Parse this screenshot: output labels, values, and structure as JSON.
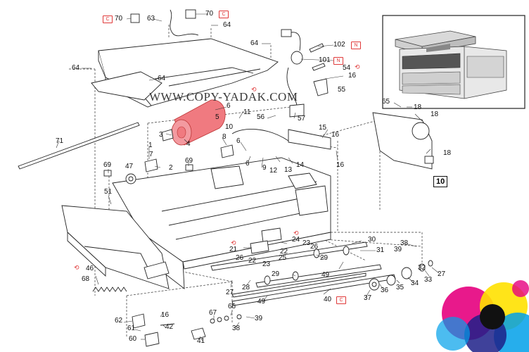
{
  "watermark": "WWW.COPY-YADAK.COM",
  "badges": {
    "C": "C",
    "N": "N",
    "cycle": "⟲"
  },
  "colors": {
    "badge": "#e03a3a",
    "highlight": "#f07a80",
    "line": "#222222",
    "logo": [
      "#e6007e",
      "#00a0e9",
      "#ffe100",
      "#1d2088",
      "#111111"
    ]
  },
  "labels": {
    "p70a": "70",
    "p63": "63",
    "p70b": "70",
    "p64a": "64",
    "p64b": "64",
    "p102": "102",
    "p101": "101",
    "p54": "54",
    "p16a": "16",
    "p55": "55",
    "p64c": "64",
    "p64d": "64",
    "p6a": "6",
    "p5": "5",
    "p11": "11",
    "p56": "56",
    "p57": "57",
    "p65": "65",
    "p18a": "18",
    "p18b": "18",
    "p3": "3",
    "p4": "4",
    "p10a": "10",
    "p8": "8",
    "p6b": "6",
    "p15": "15",
    "p16b": "16",
    "p71": "71",
    "p1": "1",
    "p7": "7",
    "p9": "9",
    "p12": "12",
    "p13": "13",
    "p14": "14",
    "p6c": "6",
    "p16c": "16",
    "p18c": "18",
    "p69a": "69",
    "p47": "47",
    "p2": "2",
    "p69b": "69",
    "p10box": "10",
    "p51": "51",
    "p30": "30",
    "p21": "21",
    "p24": "24",
    "p23a": "23",
    "p26a": "26",
    "p22a": "22",
    "p22b": "22",
    "p31": "31",
    "p38a": "38",
    "p39a": "39",
    "p26b": "26",
    "p25": "25",
    "p23b": "23",
    "p29a": "29",
    "p46": "46",
    "p29b": "29",
    "p49a": "49",
    "p27a": "27",
    "p68": "68",
    "p28": "28",
    "p36": "36",
    "p35": "35",
    "p34": "34",
    "p33": "33",
    "p32": "32",
    "p27b": "27",
    "p37": "37",
    "p49b": "49",
    "p40": "40",
    "p67": "67",
    "p66": "66",
    "p62": "62",
    "p16d": "16",
    "p42": "42",
    "p61": "61",
    "p38b": "38",
    "p39b": "39",
    "p60": "60",
    "p41": "41"
  }
}
